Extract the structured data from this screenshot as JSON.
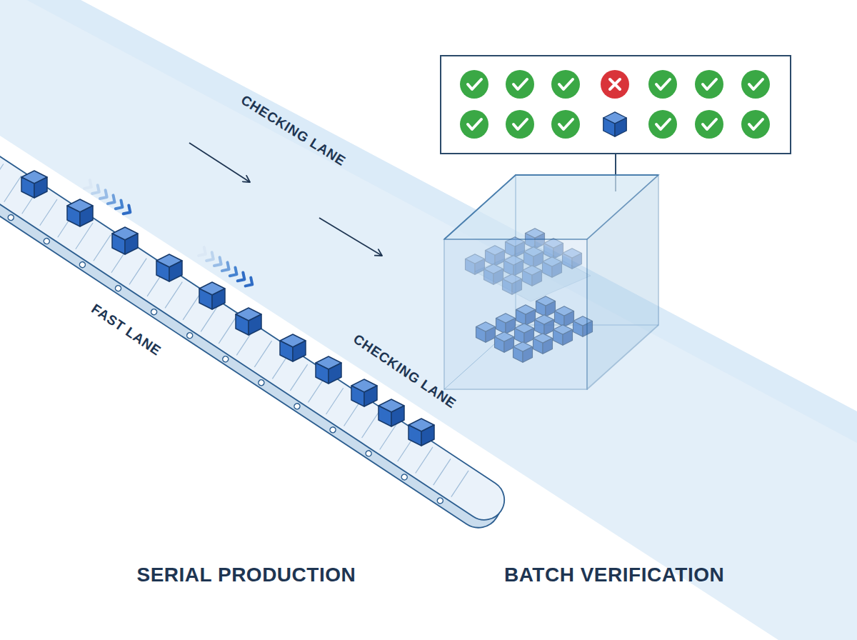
{
  "diagram": {
    "labels": [
      "CHECKING LANE",
      "FAST LANE",
      "CHECKING LANE",
      "SERIAL PRODUCTION",
      "BATCH VERIFICATION"
    ]
  }
}
